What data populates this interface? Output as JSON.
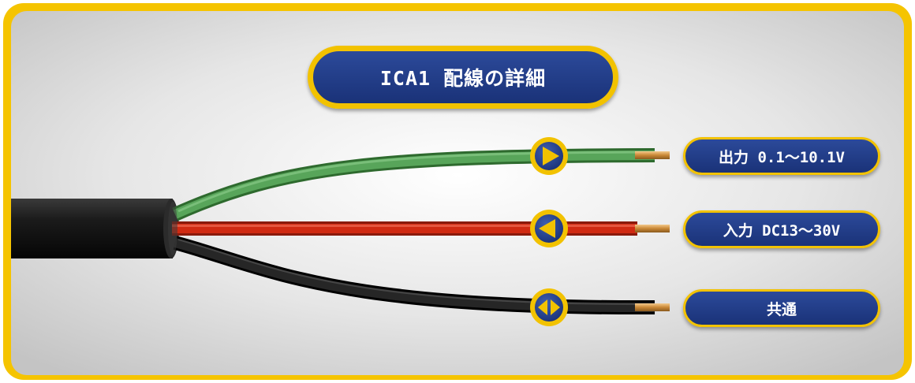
{
  "title": "ICA1 配線の詳細",
  "wires": [
    {
      "id": "output",
      "label": "出力 0.1～10.1V",
      "color": "#4f9a4f",
      "direction": "outgoing",
      "icon": "arrow-right-icon"
    },
    {
      "id": "input",
      "label": "入力 DC13～30V",
      "color": "#d02a12",
      "direction": "incoming",
      "icon": "arrow-left-icon"
    },
    {
      "id": "common",
      "label": "共通",
      "color": "#1c1c1c",
      "direction": "bidirectional",
      "icon": "double-arrow-icon"
    }
  ],
  "colors": {
    "frame": "#f5c400",
    "pill": "#233f8c",
    "background": "#d6d6d6",
    "cable": "#1a1a1a"
  }
}
